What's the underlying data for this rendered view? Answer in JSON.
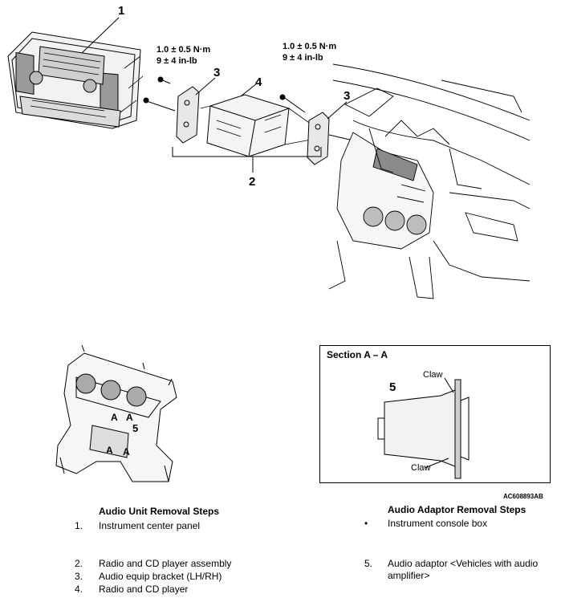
{
  "callouts": {
    "c1": "1",
    "c2": "2",
    "c3_left": "3",
    "c3_right": "3",
    "c4": "4",
    "c5_console": "5",
    "c5_section": "5",
    "a1": "A",
    "a2": "A",
    "a3": "A",
    "a4": "A"
  },
  "torque_left": {
    "line1": "1.0 ± 0.5 N·m",
    "line2": "9 ± 4 in-lb"
  },
  "torque_right": {
    "line1": "1.0 ± 0.5 N·m",
    "line2": "9 ± 4 in-lb"
  },
  "section": {
    "title": "Section A – A",
    "claw_top": "Claw",
    "claw_bottom": "Claw"
  },
  "figure_code": "AC608893AB",
  "audio_unit": {
    "title": "Audio Unit Removal Steps",
    "steps": [
      {
        "num": "1.",
        "text": "Instrument center panel"
      },
      {
        "num": "2.",
        "text": "Radio and CD player assembly"
      },
      {
        "num": "3.",
        "text": "Audio equip bracket (LH/RH)"
      },
      {
        "num": "4.",
        "text": "Radio and CD player"
      }
    ]
  },
  "audio_adaptor": {
    "title": "Audio Adaptor Removal Steps",
    "steps": [
      {
        "num": "•",
        "text": "Instrument console box"
      },
      {
        "num": "5.",
        "text": "Audio adaptor <Vehicles with audio amplifier>"
      }
    ]
  }
}
